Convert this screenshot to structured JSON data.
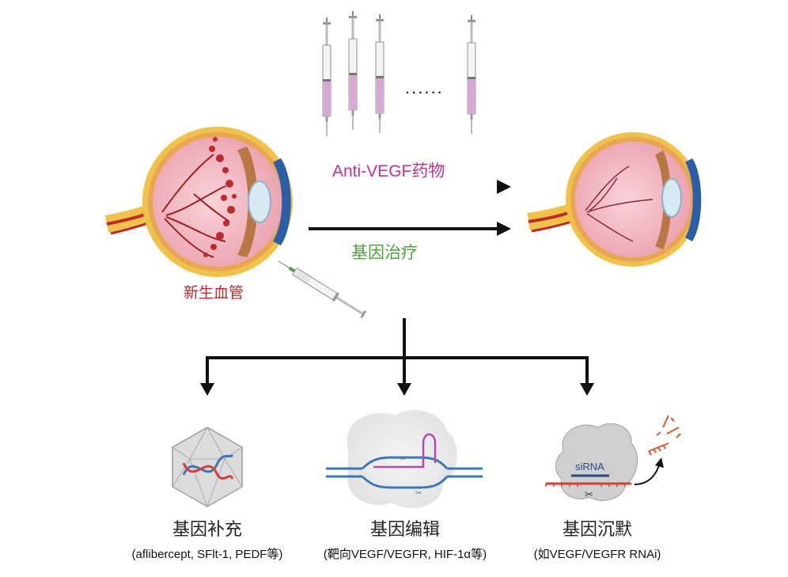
{
  "labels": {
    "anti_vegf": "Anti-VEGF药物",
    "gene_therapy": "基因治疗",
    "neovascularization": "新生血管",
    "sirna": "siRNA",
    "dots": "......"
  },
  "methods": [
    {
      "title": "基因补充",
      "subtitle": "(aflibercept, SFlt-1, PEDF等)"
    },
    {
      "title": "基因编辑",
      "subtitle": "(靶向VEGF/VEGFR, HIF-1α等)"
    },
    {
      "title": "基因沉默",
      "subtitle": "(如VEGF/VEGFR RNAi)"
    }
  ],
  "colors": {
    "anti_vegf": "#c0309a",
    "gene_therapy": "#4aa33c",
    "neovascularization": "#c0282d",
    "arrow": "#111111",
    "syringe_fluid": "#d9a6d6",
    "dna_blue": "#3a78b8",
    "dna_red": "#d2403a"
  },
  "icons": {
    "syringe": "syringe-icon",
    "eye_diseased": "diseased-eye-icon",
    "eye_healthy": "healthy-eye-icon",
    "virus": "aav-capsid-icon",
    "cas9": "crispr-cas9-icon",
    "rnai": "risc-sirna-icon",
    "scissors": "scissors-icon"
  }
}
